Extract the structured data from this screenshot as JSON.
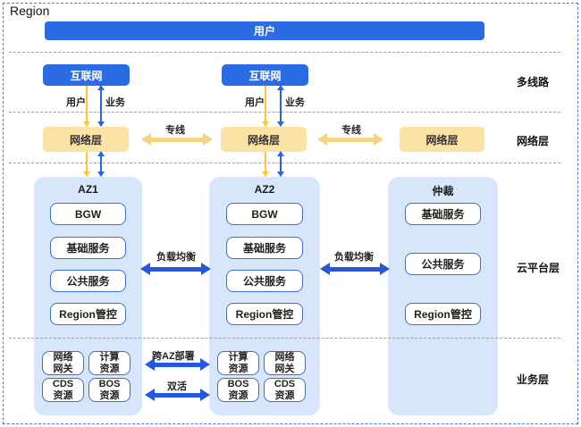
{
  "region_label": "Region",
  "user_bar_label": "用户",
  "internet_label": "互联网",
  "user_link_label": "用户",
  "business_link_label": "业务",
  "network_box_label": "网络层",
  "dedicated_line_label": "专线",
  "load_balance_label": "负载均衡",
  "cross_az_label": "跨AZ部署",
  "dual_active_label": "双活",
  "layer_labels": {
    "multi_line": "多线路",
    "network": "网络层",
    "cloud_platform": "云平台层",
    "business": "业务层"
  },
  "az_columns": [
    {
      "title": "AZ1",
      "services": [
        "BGW",
        "基础服务",
        "公共服务",
        "Region管控"
      ],
      "resources": [
        "网络网关",
        "计算资源",
        "CDS资源",
        "BOS资源"
      ]
    },
    {
      "title": "AZ2",
      "services": [
        "BGW",
        "基础服务",
        "公共服务",
        "Region管控"
      ],
      "resources": [
        "计算资源",
        "网络网关",
        "BOS资源",
        "CDS资源"
      ]
    },
    {
      "title": "仲裁",
      "services": [
        "基础服务",
        "公共服务",
        "Region管控"
      ],
      "resources": []
    }
  ],
  "colors": {
    "primary_blue": "#2b6be3",
    "arrow_blue": "#2457dd",
    "thin_blue": "#2e63e0",
    "gold": "#ffc533",
    "soft_gold": "#f6d385",
    "tan_box": "#fae3a4",
    "container_blue": "#d8e6fb",
    "box_border_blue": "#3d6bd8",
    "separator_gray": "#9e9e9e",
    "frame_blue": "#4a74e8"
  }
}
